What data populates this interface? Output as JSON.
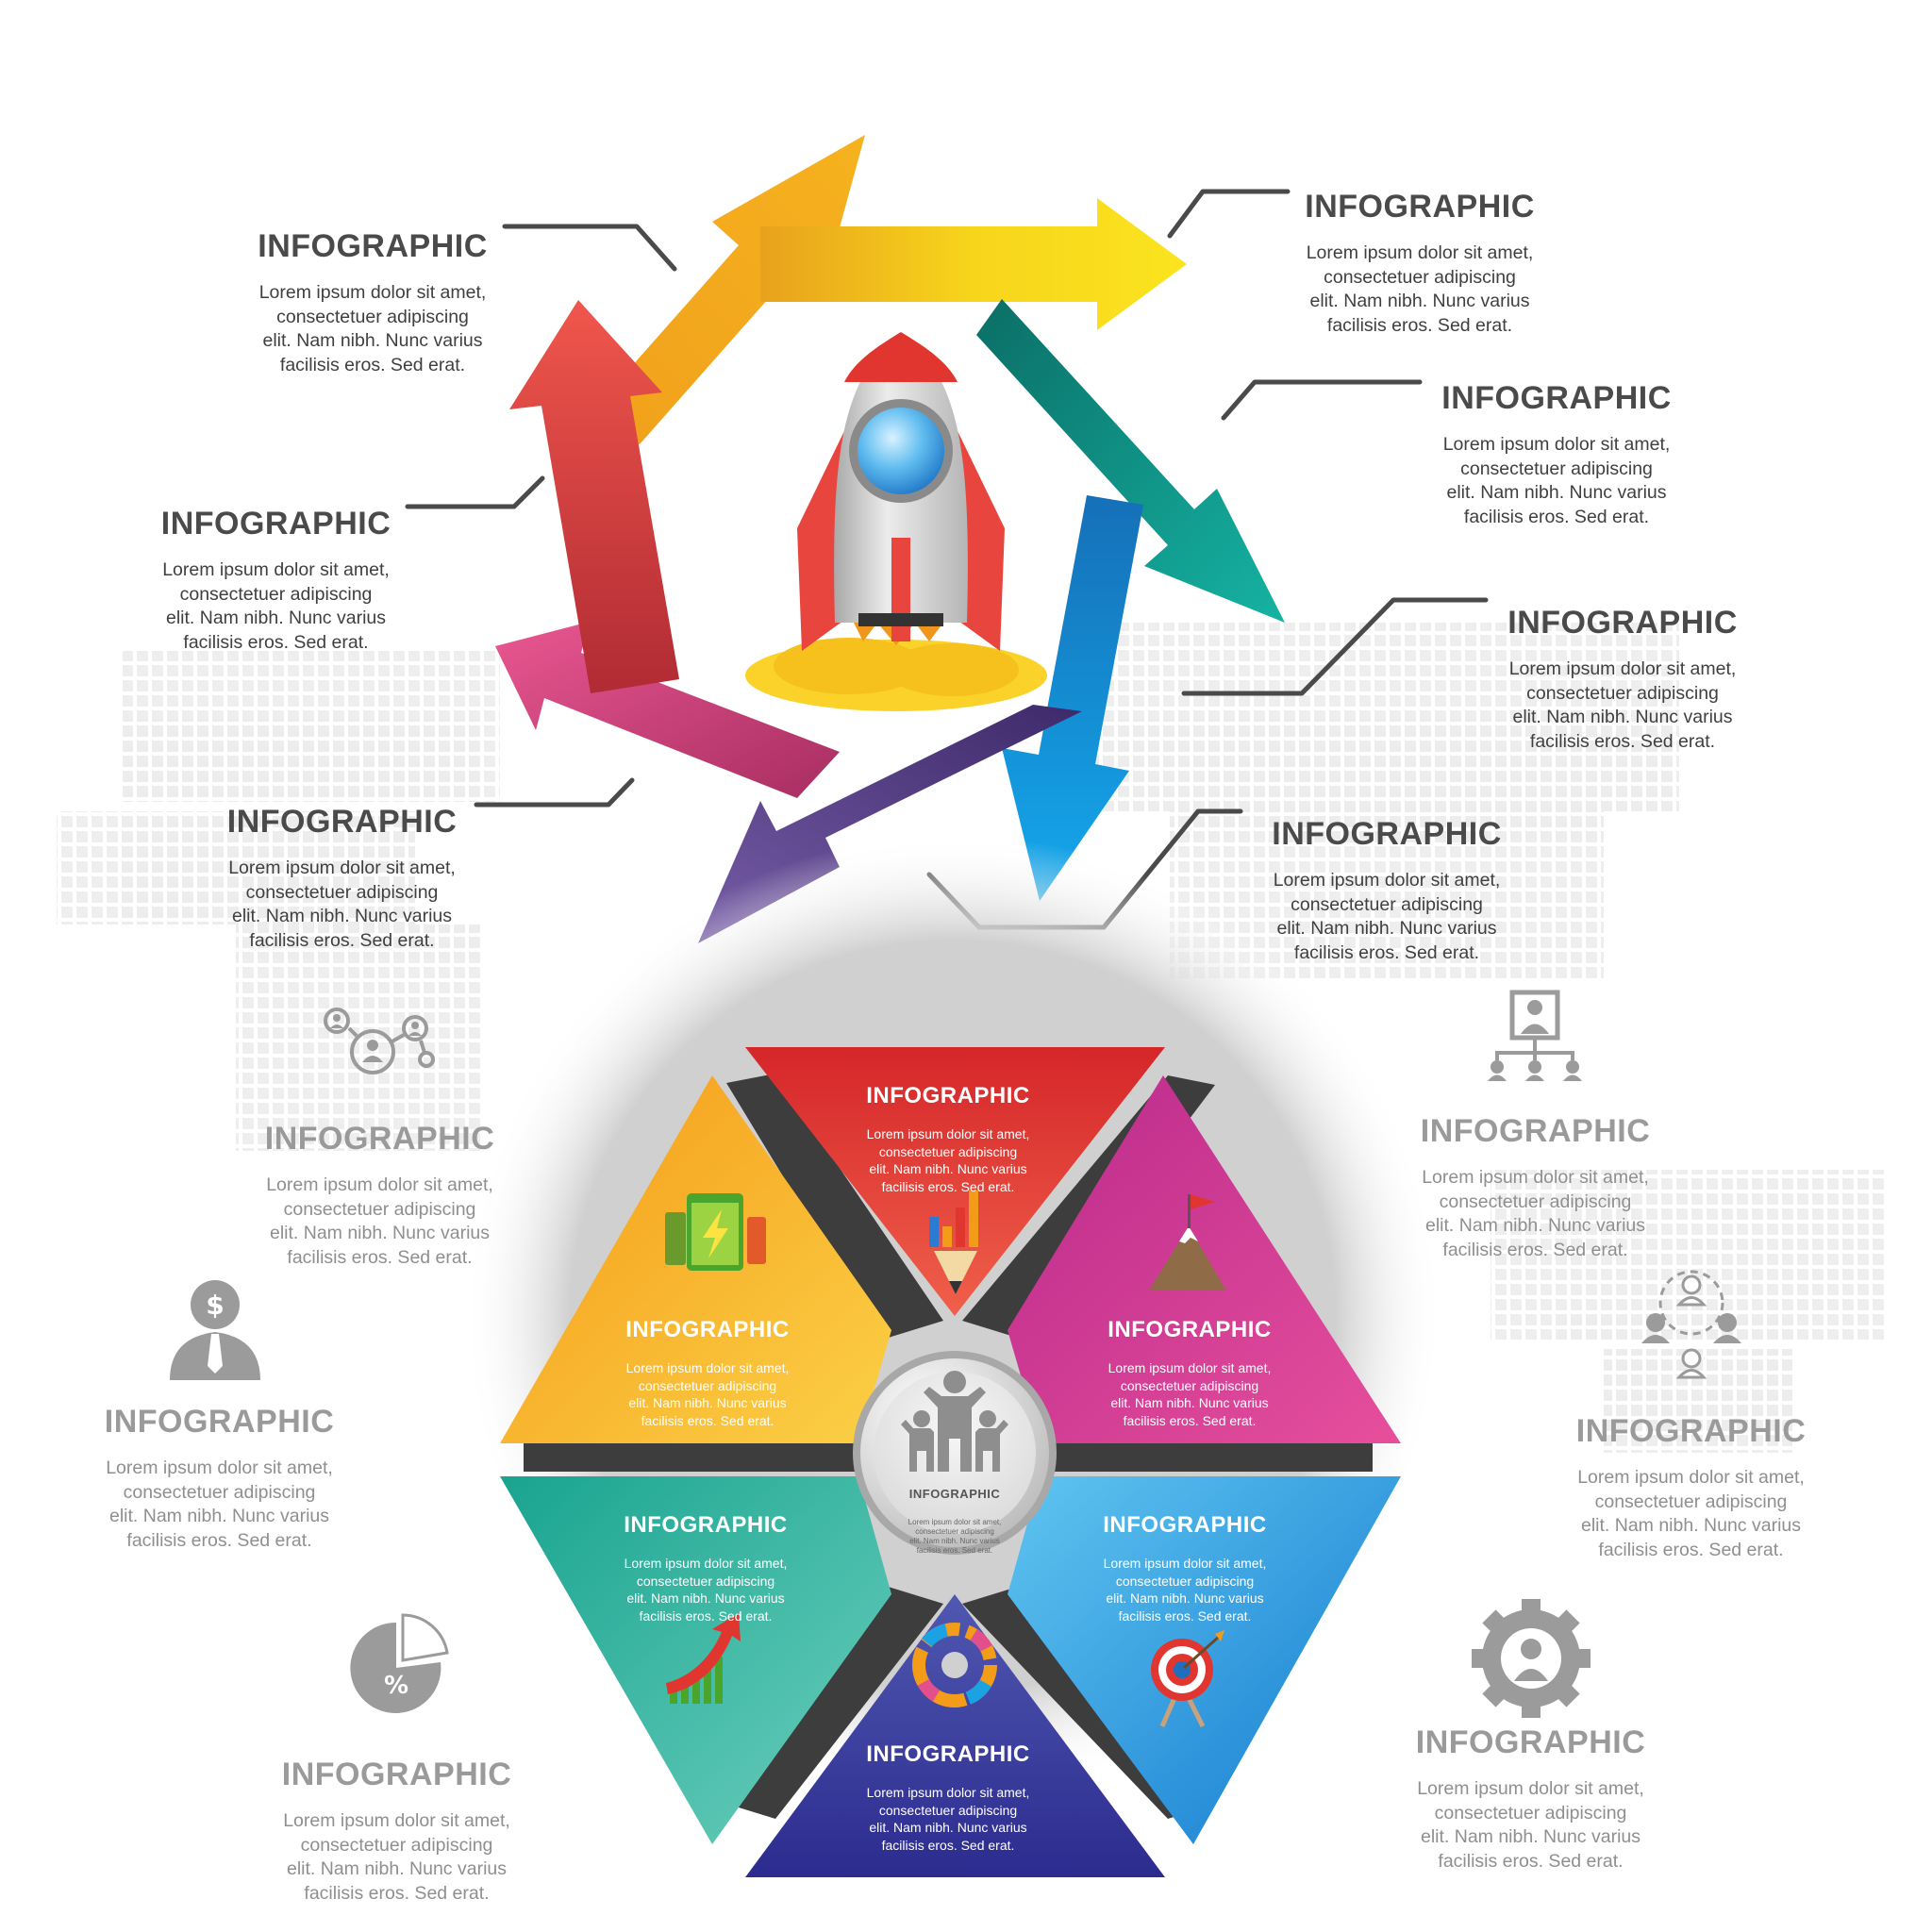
{
  "colors": {
    "orange": "#f39c1a",
    "yellow": "#fadb1c",
    "teal": "#11a294",
    "blue": "#119fe2",
    "purple": "#5f4a8b",
    "pink": "#e24f8c",
    "red": "#e8453f",
    "hex_red": "#d92d2a",
    "hex_magenta": "#c62e8f",
    "hex_blue": "#1b8fd9",
    "hex_indigo": "#3b3a9a",
    "hex_teal": "#1ba795",
    "hex_orange": "#f7a51d",
    "connector": "#4a4a4a",
    "icon_grey": "#9b9b9b"
  },
  "icons": {
    "rocket": "rocket-icon",
    "battery": "battery-icon",
    "bar_chart": "bar-chart-pencil-icon",
    "mountain_flag": "mountain-flag-icon",
    "growth_arrow": "growth-arrow-icon",
    "cycle": "cycle-icon",
    "target": "target-icon",
    "team": "team-icon",
    "network": "network-icon",
    "hierarchy": "hierarchy-icon",
    "businessman": "businessman-dollar-icon",
    "collaboration": "collaboration-cycle-icon",
    "pie_percent": "pie-percent-icon",
    "gear_user": "gear-user-icon"
  },
  "top_cycle": [
    {
      "title": "INFOGRAPHIC",
      "body": "Lorem ipsum dolor sit amet,\nconsectetuer adipiscing\nelit. Nam nibh. Nunc varius\nfacilisis eros. Sed erat."
    },
    {
      "title": "INFOGRAPHIC",
      "body": "Lorem ipsum dolor sit amet,\nconsectetuer adipiscing\nelit. Nam nibh. Nunc varius\nfacilisis eros. Sed erat."
    },
    {
      "title": "INFOGRAPHIC",
      "body": "Lorem ipsum dolor sit amet,\nconsectetuer adipiscing\nelit. Nam nibh. Nunc varius\nfacilisis eros. Sed erat."
    },
    {
      "title": "INFOGRAPHIC",
      "body": "Lorem ipsum dolor sit amet,\nconsectetuer adipiscing\nelit. Nam nibh. Nunc varius\nfacilisis eros. Sed erat."
    },
    {
      "title": "INFOGRAPHIC",
      "body": "Lorem ipsum dolor sit amet,\nconsectetuer adipiscing\nelit. Nam nibh. Nunc varius\nfacilisis eros. Sed erat."
    },
    {
      "title": "INFOGRAPHIC",
      "body": "Lorem ipsum dolor sit amet,\nconsectetuer adipiscing\nelit. Nam nibh. Nunc varius\nfacilisis eros. Sed erat."
    },
    {
      "title": "INFOGRAPHIC",
      "body": "Lorem ipsum dolor sit amet,\nconsectetuer adipiscing\nelit. Nam nibh. Nunc varius\nfacilisis eros. Sed erat."
    }
  ],
  "hexagon": [
    {
      "title": "INFOGRAPHIC",
      "body": "Lorem ipsum dolor sit amet,\nconsectetuer adipiscing\nelit. Nam nibh. Nunc varius\nfacilisis eros. Sed erat."
    },
    {
      "title": "INFOGRAPHIC",
      "body": "Lorem ipsum dolor sit amet,\nconsectetuer adipiscing\nelit. Nam nibh. Nunc varius\nfacilisis eros. Sed erat."
    },
    {
      "title": "INFOGRAPHIC",
      "body": "Lorem ipsum dolor sit amet,\nconsectetuer adipiscing\nelit. Nam nibh. Nunc varius\nfacilisis eros. Sed erat."
    },
    {
      "title": "INFOGRAPHIC",
      "body": "Lorem ipsum dolor sit amet,\nconsectetuer adipiscing\nelit. Nam nibh. Nunc varius\nfacilisis eros. Sed erat."
    },
    {
      "title": "INFOGRAPHIC",
      "body": "Lorem ipsum dolor sit amet,\nconsectetuer adipiscing\nelit. Nam nibh. Nunc varius\nfacilisis eros. Sed erat."
    },
    {
      "title": "INFOGRAPHIC",
      "body": "Lorem ipsum dolor sit amet,\nconsectetuer adipiscing\nelit. Nam nibh. Nunc varius\nfacilisis eros. Sed erat."
    }
  ],
  "center": {
    "title": "INFOGRAPHIC",
    "body": "Lorem ipsum dolor sit amet,\nconsectetuer adipiscing\nelit. Nam nibh. Nunc varius\nfacilisis eros. Sed erat."
  },
  "side_items": [
    {
      "title": "INFOGRAPHIC",
      "body": "Lorem ipsum dolor sit amet,\nconsectetuer adipiscing\nelit. Nam nibh. Nunc varius\nfacilisis eros. Sed erat."
    },
    {
      "title": "INFOGRAPHIC",
      "body": "Lorem ipsum dolor sit amet,\nconsectetuer adipiscing\nelit. Nam nibh. Nunc varius\nfacilisis eros. Sed erat."
    },
    {
      "title": "INFOGRAPHIC",
      "body": "Lorem ipsum dolor sit amet,\nconsectetuer adipiscing\nelit. Nam nibh. Nunc varius\nfacilisis eros. Sed erat."
    },
    {
      "title": "INFOGRAPHIC",
      "body": "Lorem ipsum dolor sit amet,\nconsectetuer adipiscing\nelit. Nam nibh. Nunc varius\nfacilisis eros. Sed erat."
    },
    {
      "title": "INFOGRAPHIC",
      "body": "Lorem ipsum dolor sit amet,\nconsectetuer adipiscing\nelit. Nam nibh. Nunc varius\nfacilisis eros. Sed erat."
    },
    {
      "title": "INFOGRAPHIC",
      "body": "Lorem ipsum dolor sit amet,\nconsectetuer adipiscing\nelit. Nam nibh. Nunc varius\nfacilisis eros. Sed erat."
    }
  ]
}
